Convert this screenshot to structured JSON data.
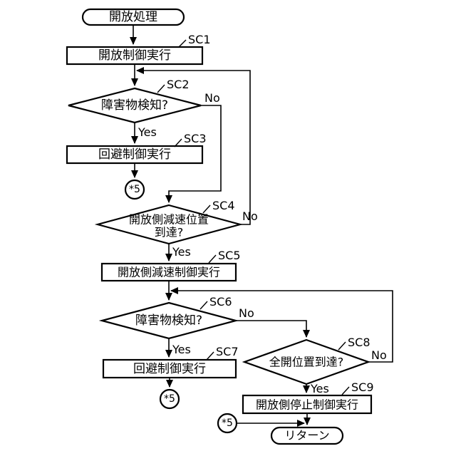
{
  "diagram": {
    "start": {
      "label": "開放処理"
    },
    "steps": {
      "sc1": {
        "id": "SC1",
        "label": "開放制御実行"
      },
      "sc2": {
        "id": "SC2",
        "label": "障害物検知?"
      },
      "sc3": {
        "id": "SC3",
        "label": "回避制御実行"
      },
      "sc4": {
        "id": "SC4",
        "label_line1": "開放側減速位置",
        "label_line2": "到達?"
      },
      "sc5": {
        "id": "SC5",
        "label": "開放側減速制御実行"
      },
      "sc6": {
        "id": "SC6",
        "label": "障害物検知?"
      },
      "sc7": {
        "id": "SC7",
        "label": "回避制御実行"
      },
      "sc8": {
        "id": "SC8",
        "label": "全開位置到達?"
      },
      "sc9": {
        "id": "SC9",
        "label": "開放側停止制御実行"
      }
    },
    "end": {
      "label": "リターン"
    },
    "connector_label": "*5",
    "branch": {
      "yes": "Yes",
      "no": "No"
    },
    "colors": {
      "line": "#000000",
      "fill": "#ffffff",
      "background": "#ffffff"
    }
  }
}
